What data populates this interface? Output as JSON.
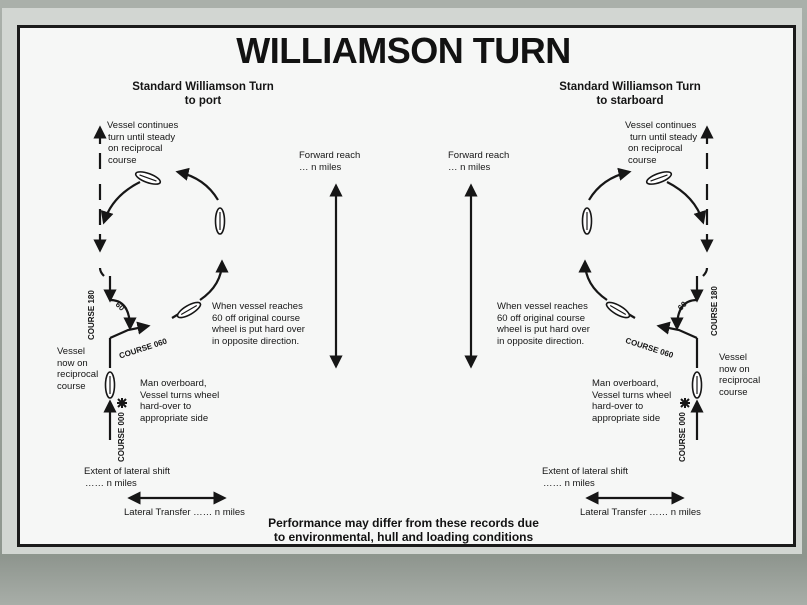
{
  "title": "WILLIAMSON TURN",
  "port": {
    "subtitle_line1": "Standard Williamson Turn",
    "subtitle_line2": "to port",
    "continues_1": "Vessel continues",
    "continues_2": "turn until steady",
    "continues_3": "on reciprocal",
    "continues_4": "course",
    "course_180": "COURSE 180",
    "course_060": "COURSE 060",
    "course_000": "COURSE 000",
    "angle_60": "60",
    "now_1": "Vessel",
    "now_2": "now on",
    "now_3": "reciprocal",
    "now_4": "course",
    "reaches_1": "When vessel reaches",
    "reaches_2": "60 off original course",
    "reaches_3": "wheel is put hard over",
    "reaches_4": "in opposite direction.",
    "mob_1": "Man overboard,",
    "mob_2": "Vessel turns wheel",
    "mob_3": "hard-over to",
    "mob_4": "appropriate side",
    "extent_1": "Extent of lateral shift",
    "extent_2": "…… n miles",
    "transfer": "Lateral Transfer …… n miles",
    "reach_1": "Forward reach",
    "reach_2": "… n miles"
  },
  "starboard": {
    "subtitle_line1": "Standard Williamson Turn",
    "subtitle_line2": "to starboard",
    "continues_1": "Vessel continues",
    "continues_2": "turn until steady",
    "continues_3": "on reciprocal",
    "continues_4": "course",
    "course_180": "COURSE 180",
    "course_060": "COURSE 060",
    "course_000": "COURSE 000",
    "angle_60": "60",
    "now_1": "Vessel",
    "now_2": "now on",
    "now_3": "reciprocal",
    "now_4": "course",
    "reaches_1": "When vessel reaches",
    "reaches_2": "60 off original course",
    "reaches_3": "wheel is put hard over",
    "reaches_4": "in opposite direction.",
    "mob_1": "Man overboard,",
    "mob_2": "Vessel turns wheel",
    "mob_3": "hard-over to",
    "mob_4": "appropriate side",
    "extent_1": "Extent of lateral shift",
    "extent_2": "…… n miles",
    "transfer": "Lateral Transfer …… n miles",
    "reach_1": "Forward reach",
    "reach_2": "… n miles"
  },
  "footer_line1": "Performance may differ from these records due",
  "footer_line2": "to environmental, hull and loading conditions",
  "colors": {
    "ink": "#161616",
    "card": "#f6f7f6",
    "frame": "#8c948c"
  }
}
